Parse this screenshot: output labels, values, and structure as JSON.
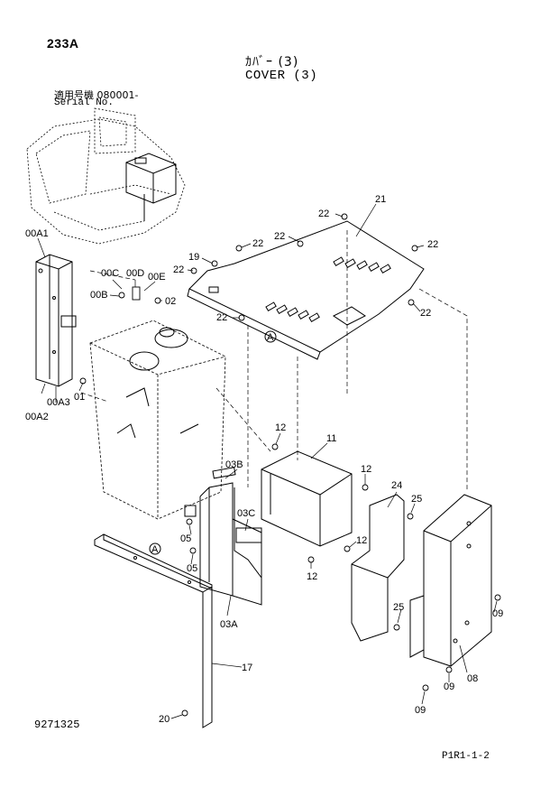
{
  "header": {
    "page_code": "233A",
    "title_jp": "ｶﾊﾞｰ (3)",
    "title_en": "COVER (3)",
    "serial_label_jp": "適用号機  080001-",
    "serial_label_en": "Serial No."
  },
  "footer": {
    "doc_number": "9271325",
    "sheet_code": "P1R1-1-2"
  },
  "callouts": {
    "c00A1": "00A1",
    "c00A2": "00A2",
    "c00A3": "00A3",
    "c00B": "00B",
    "c00C": "00C",
    "c00D": "00D",
    "c00E": "00E",
    "c01": "01",
    "c02": "02",
    "c03A": "03A",
    "c03B": "03B",
    "c03C": "03C",
    "c05a": "05",
    "c05b": "05",
    "c08": "08",
    "c09a": "09",
    "c09b": "09",
    "c09c": "09",
    "c11": "11",
    "c12a": "12",
    "c12b": "12",
    "c12c": "12",
    "c12d": "12",
    "c17": "17",
    "c19": "19",
    "c20": "20",
    "c21": "21",
    "c22a": "22",
    "c22b": "22",
    "c22c": "22",
    "c22d": "22",
    "c22e": "22",
    "c22f": "22",
    "c24": "24",
    "c25a": "25",
    "c25b": "25",
    "refA1": "A",
    "refA2": "A"
  }
}
